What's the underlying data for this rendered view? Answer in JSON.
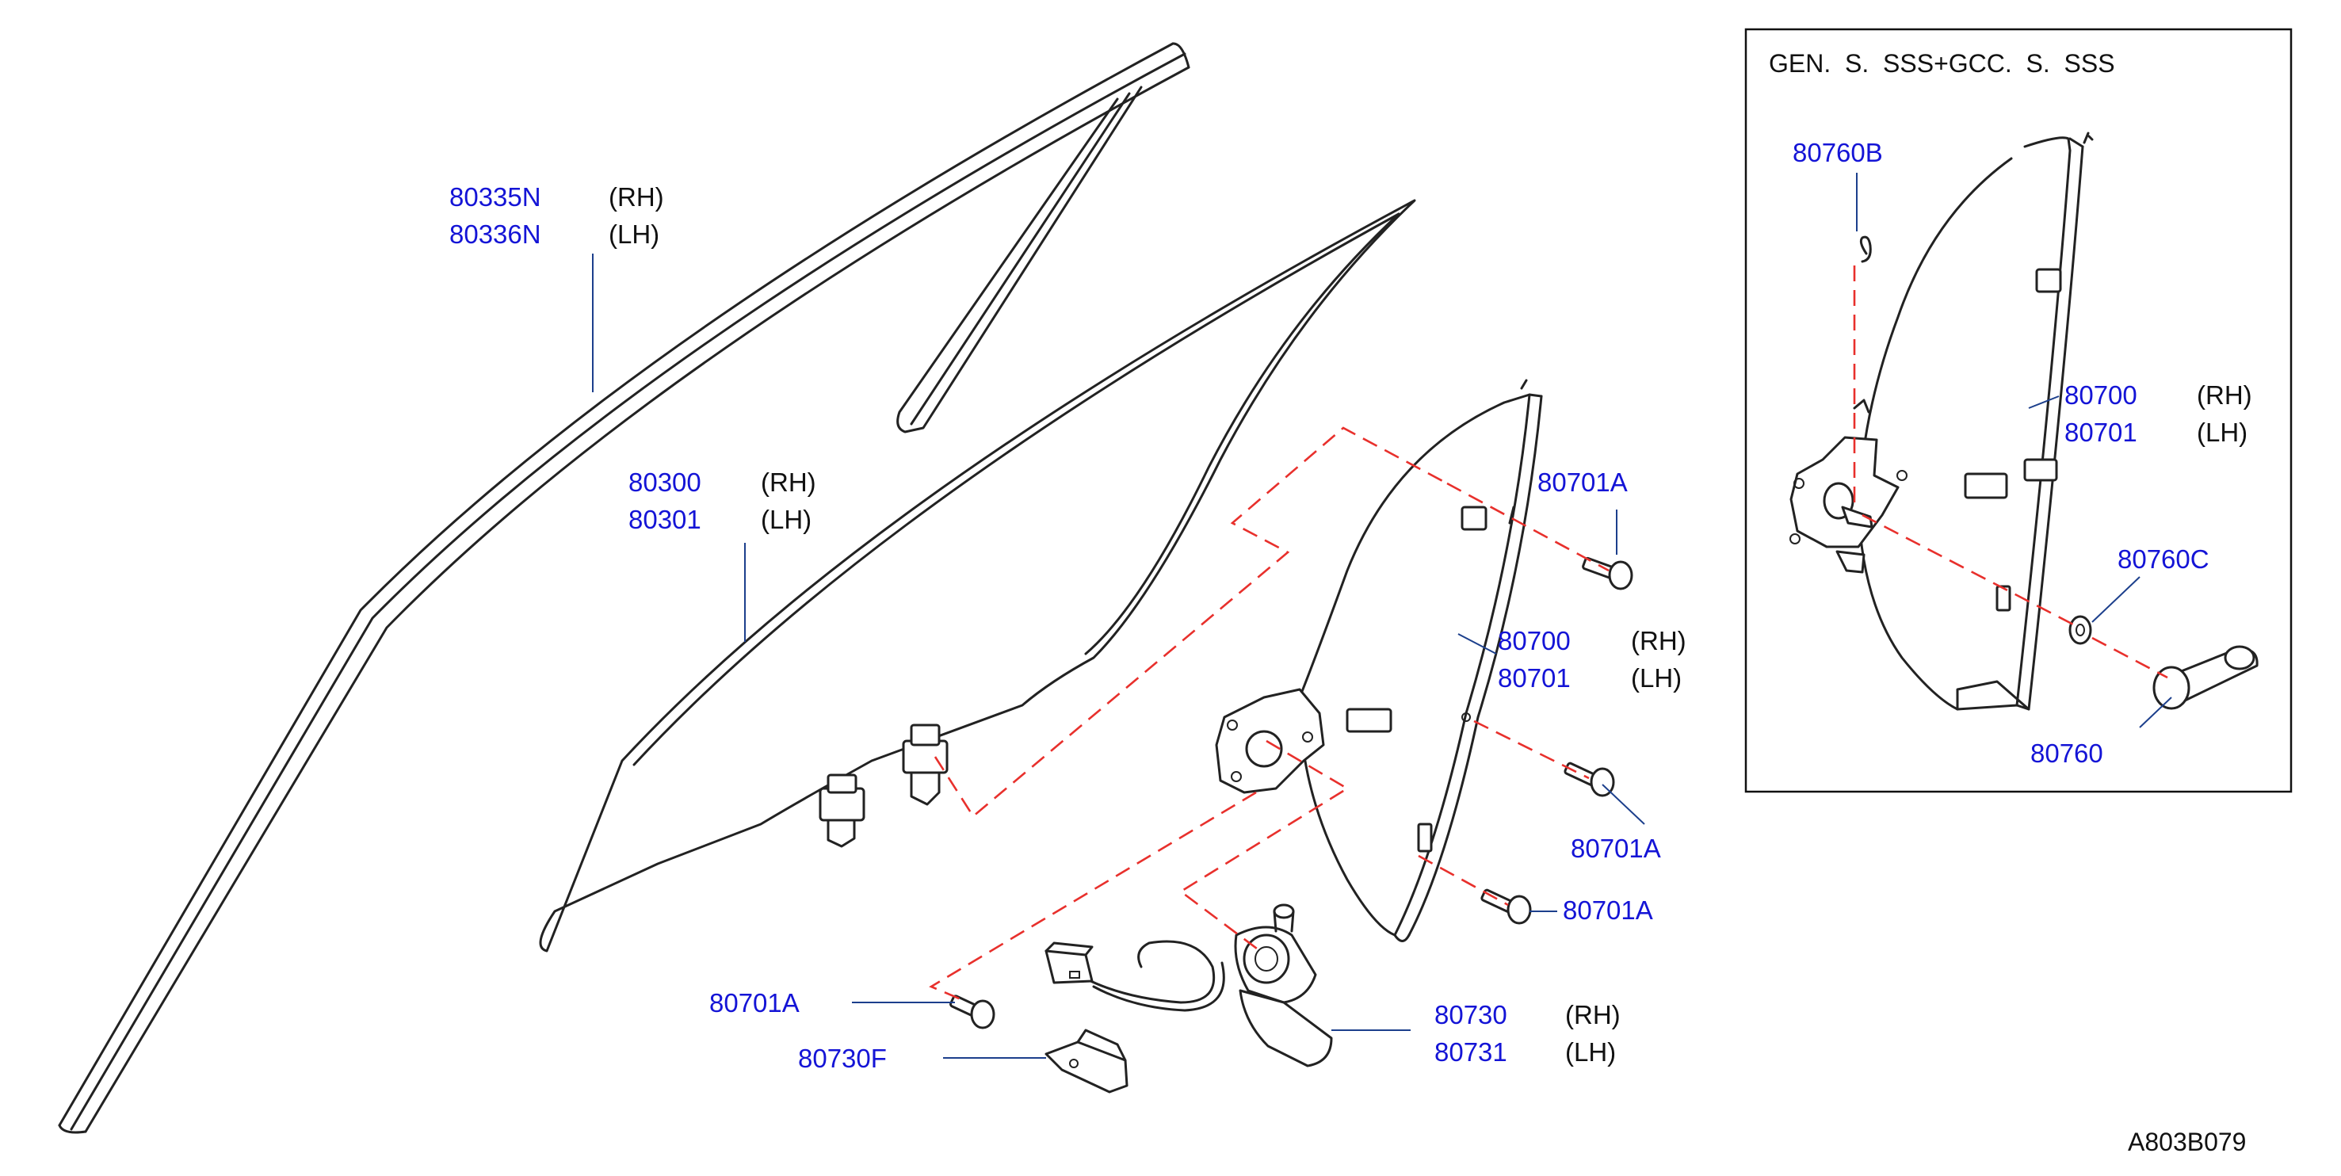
{
  "callouts": {
    "glass_sash_rh": {
      "part": "80335N",
      "side": "(RH)"
    },
    "glass_sash_lh": {
      "part": "80336N",
      "side": "(LH)"
    },
    "glass_rh": {
      "part": "80300",
      "side": "(RH)"
    },
    "glass_lh": {
      "part": "80301",
      "side": "(LH)"
    },
    "regulator_rh": {
      "part": "80700",
      "side": "(RH)"
    },
    "regulator_lh": {
      "part": "80701",
      "side": "(LH)"
    },
    "bolt_top": {
      "part": "80701A"
    },
    "bolt_mid": {
      "part": "80701A"
    },
    "bolt_low": {
      "part": "80701A"
    },
    "bolt_left": {
      "part": "80701A"
    },
    "motor_rh": {
      "part": "80730",
      "side": "(RH)"
    },
    "motor_lh": {
      "part": "80731",
      "side": "(LH)"
    },
    "bracket": {
      "part": "80730F"
    }
  },
  "inset": {
    "caption": "GEN.  S.  SSS+GCC.  S.  SSS",
    "clip": {
      "part": "80760B"
    },
    "regulator_rh": {
      "part": "80700",
      "side": "(RH)"
    },
    "regulator_lh": {
      "part": "80701",
      "side": "(LH)"
    },
    "washer": {
      "part": "80760C"
    },
    "handle": {
      "part": "80760"
    }
  },
  "reference_code": "A803B079",
  "colors": {
    "part_number": "#1414d6",
    "leader_line": "#1c3f8c",
    "dashed_line": "#e8302c",
    "outline": "#222222"
  }
}
